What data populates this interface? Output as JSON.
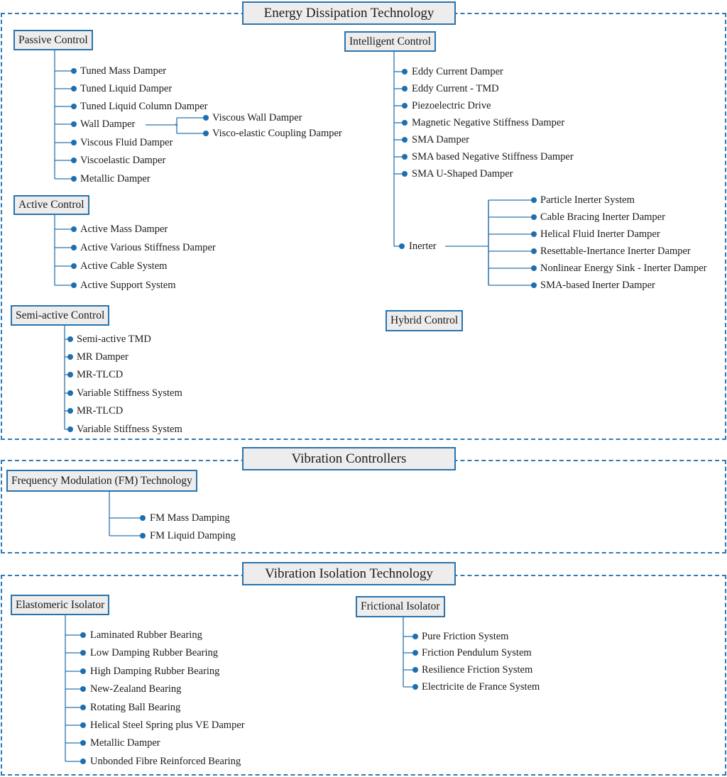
{
  "sections": {
    "energy": {
      "title": "Energy Dissipation Technology",
      "passive": {
        "label": "Passive Control",
        "items": [
          "Tuned Mass Damper",
          "Tuned Liquid Damper",
          "Tuned Liquid Column Damper",
          "Wall Damper",
          "Viscous Fluid Damper",
          "Viscoelastic Damper",
          "Metallic Damper"
        ],
        "wall_sub": [
          "Viscous Wall Damper",
          "Visco-elastic Coupling Damper"
        ]
      },
      "active": {
        "label": "Active Control",
        "items": [
          "Active Mass Damper",
          "Active Various Stiffness Damper",
          "Active Cable System",
          "Active Support System"
        ]
      },
      "semiactive": {
        "label": "Semi-active Control",
        "items": [
          "Semi-active TMD",
          "MR Damper",
          "MR-TLCD",
          "Variable Stiffness System",
          "MR-TLCD",
          "Variable Stiffness System"
        ]
      },
      "intelligent": {
        "label": "Intelligent Control",
        "items": [
          "Eddy Current Damper",
          "Eddy Current - TMD",
          "Piezoelectric Drive",
          "Magnetic Negative Stiffness Damper",
          "SMA  Damper",
          "SMA based Negative Stiffness Damper",
          "SMA U-Shaped Damper"
        ],
        "inerter": {
          "label": "Inerter",
          "items": [
            "Particle Inerter System",
            "Cable Bracing Inerter Damper",
            "Helical Fluid Inerter Damper",
            "Resettable-Inertance Inerter Damper",
            "Nonlinear Energy Sink - Inerter Damper",
            "SMA-based Inerter Damper"
          ]
        }
      },
      "hybrid": {
        "label": "Hybrid Control"
      }
    },
    "vibration": {
      "title": "Vibration Controllers",
      "fm": {
        "label": "Frequency Modulation (FM) Technology",
        "items": [
          "FM Mass Damping",
          "FM Liquid Damping"
        ]
      }
    },
    "isolation": {
      "title": "Vibration Isolation Technology",
      "elastomeric": {
        "label": "Elastomeric Isolator",
        "items": [
          "Laminated Rubber Bearing",
          "Low Damping Rubber Bearing",
          "High Damping Rubber Bearing",
          "New-Zealand Bearing",
          "Rotating Ball Bearing",
          "Helical Steel Spring  plus VE Damper",
          "Metallic Damper",
          "Unbonded Fibre Reinforced Bearing"
        ]
      },
      "frictional": {
        "label": "Frictional Isolator",
        "items": [
          "Pure Friction System",
          "Friction Pendulum System",
          "Resilience Friction System",
          "Electricite de France System"
        ]
      }
    }
  },
  "colors": {
    "line": "#2a73ad",
    "dot": "#1c6fb0",
    "box_fill": "#ededed"
  }
}
